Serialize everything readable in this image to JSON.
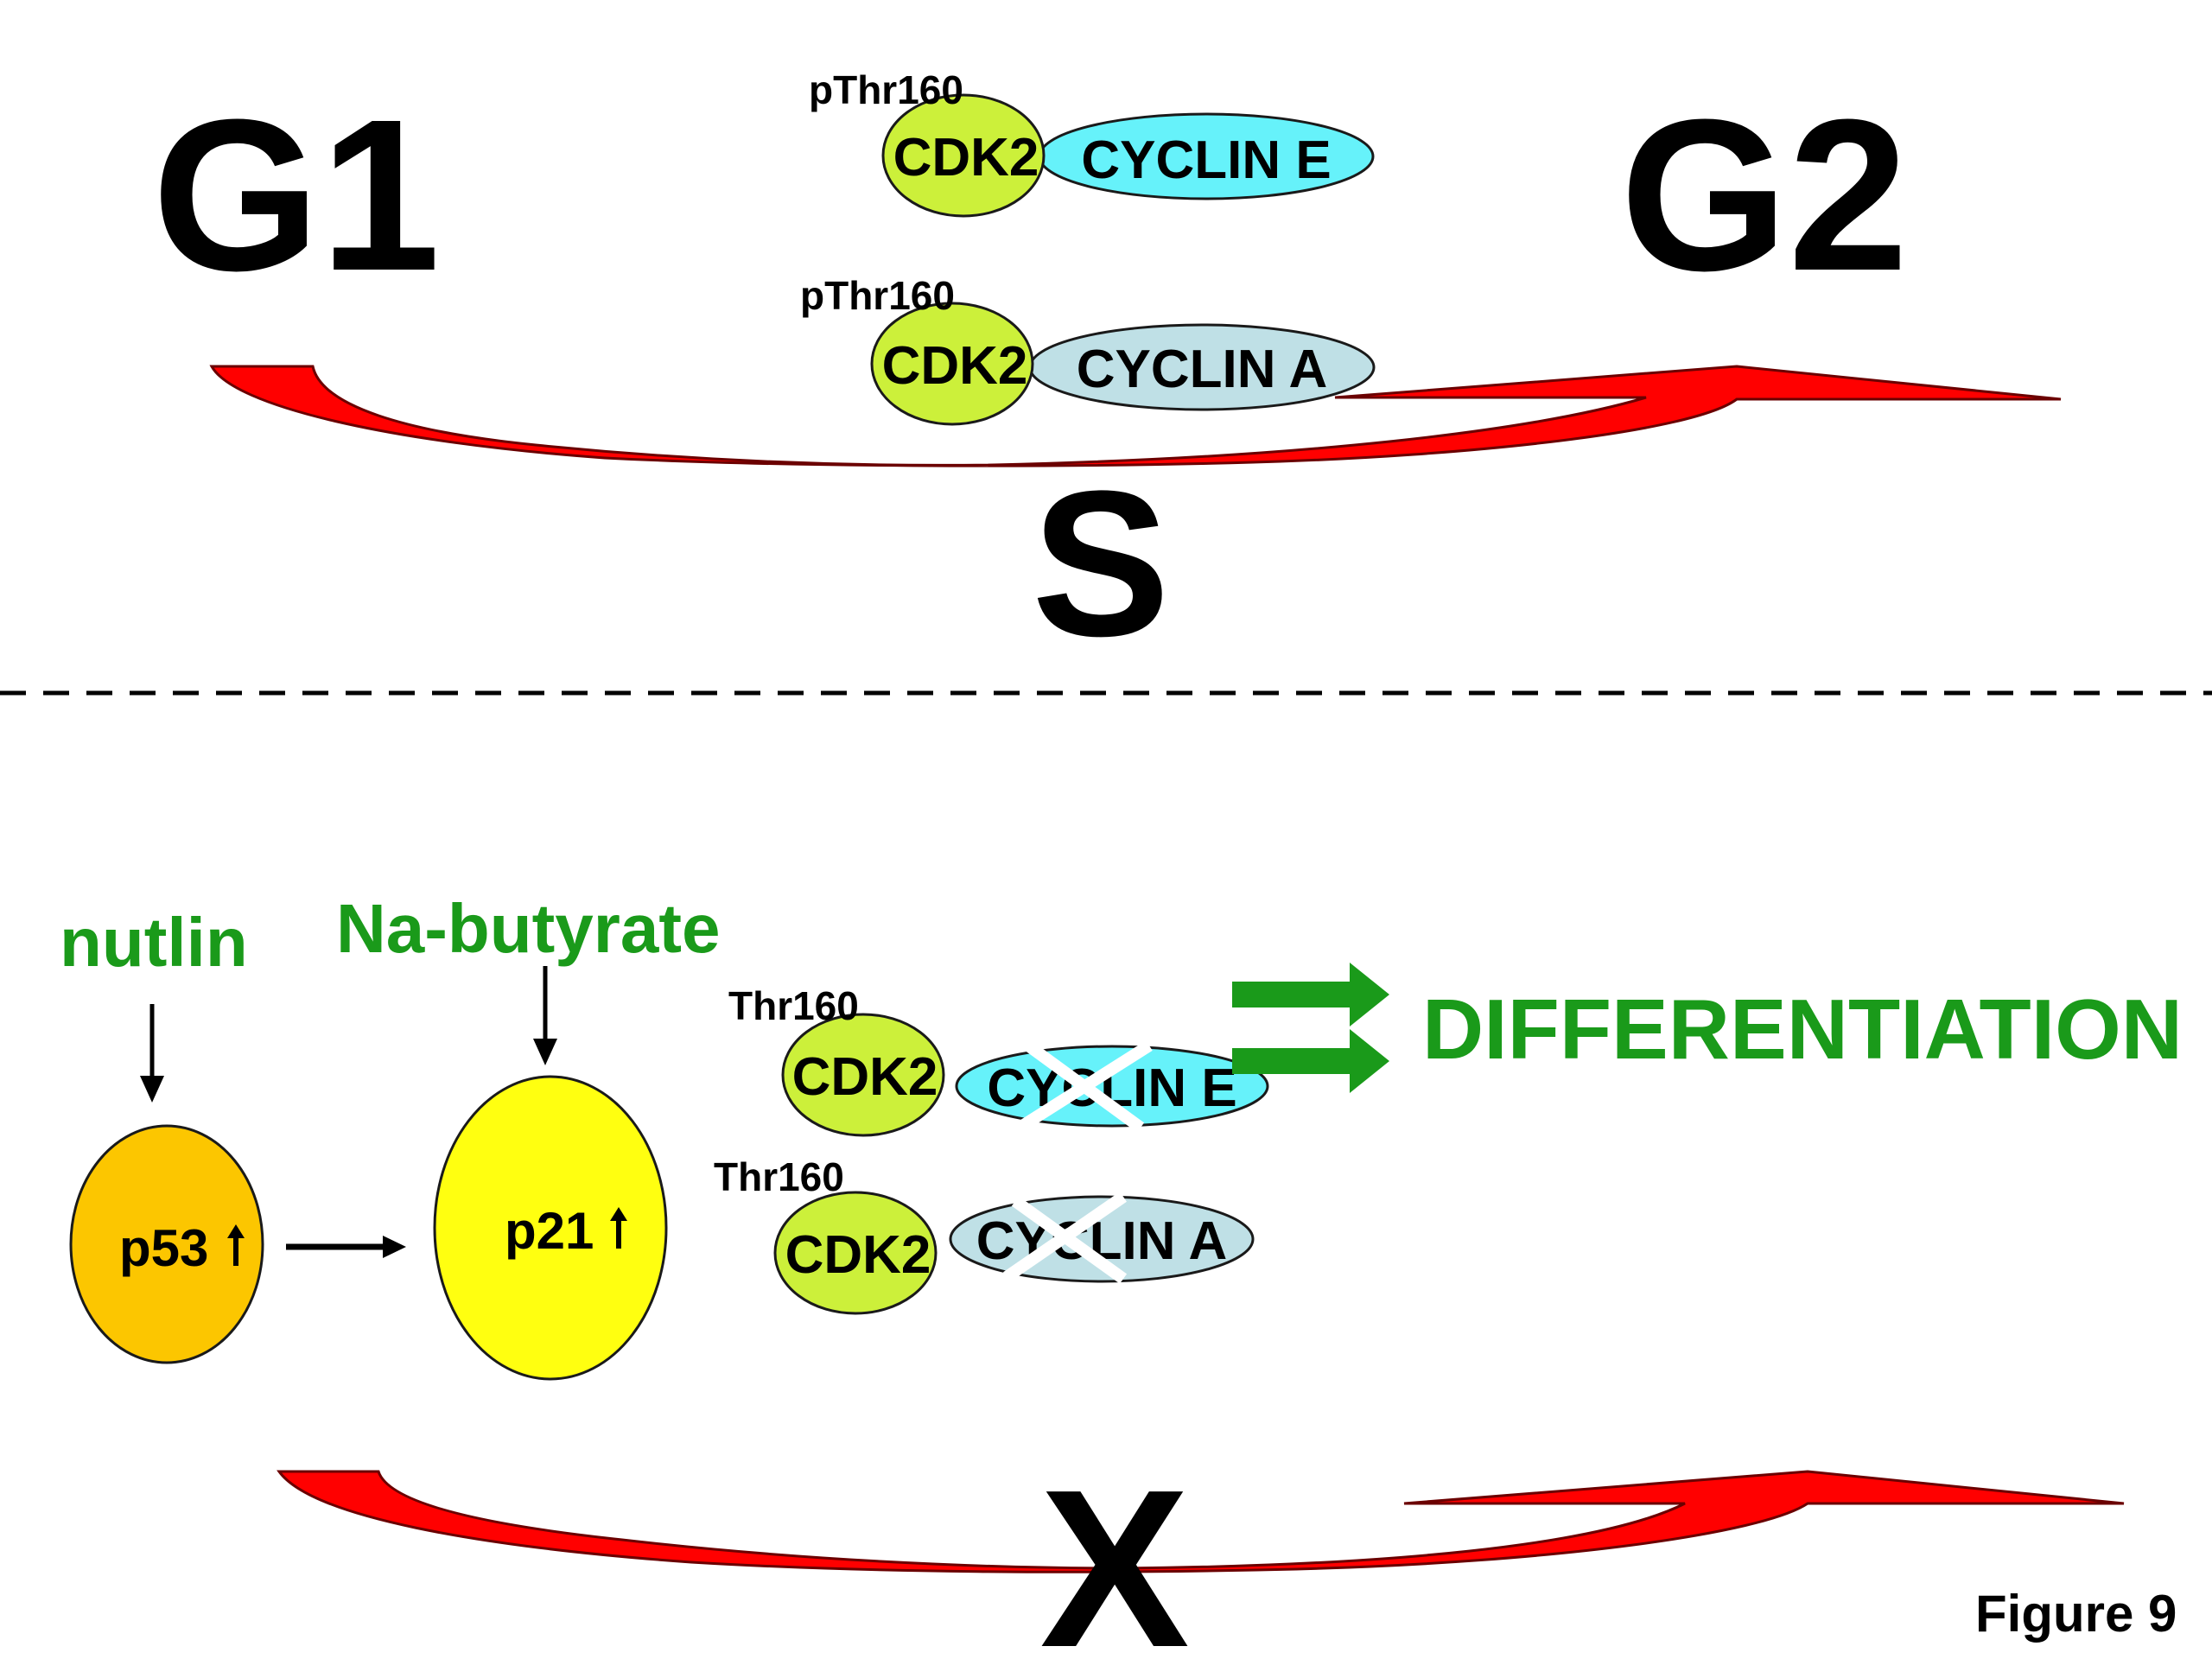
{
  "figure_label": "Figure 9",
  "colors": {
    "cdk2": "#ccf03a",
    "cyclin_e": "#66f2fa",
    "cyclin_a": "#bfe0e6",
    "p53": "#fcc600",
    "p21": "#ffff10",
    "green": "#1a9a1a",
    "red_arrow": "#ff0000",
    "cross": "#ffffff"
  },
  "top_panel": {
    "phase_start": "G1",
    "phase_end": "G2",
    "phase_middle": "S",
    "complexes": [
      {
        "modification": "pThr160",
        "kinase": "CDK2",
        "cyclin": "CYCLIN E",
        "cyclin_inhibited": false
      },
      {
        "modification": "pThr160",
        "kinase": "CDK2",
        "cyclin": "CYCLIN A",
        "cyclin_inhibited": false
      }
    ],
    "progression": "G1 to G2 through S phase"
  },
  "bottom_panel": {
    "drugs": [
      "nutlin",
      "Na-butyrate"
    ],
    "p53_label": "p53",
    "p21_label": "p21",
    "upregulation_icon": "up-arrow-icon",
    "complexes": [
      {
        "modification": "Thr160",
        "kinase": "CDK2",
        "cyclin": "CYCLIN E",
        "cyclin_inhibited": true
      },
      {
        "modification": "Thr160",
        "kinase": "CDK2",
        "cyclin": "CYCLIN A",
        "cyclin_inhibited": true
      }
    ],
    "outcome": "DIFFERENTIATION",
    "blocked_mark": "X"
  }
}
